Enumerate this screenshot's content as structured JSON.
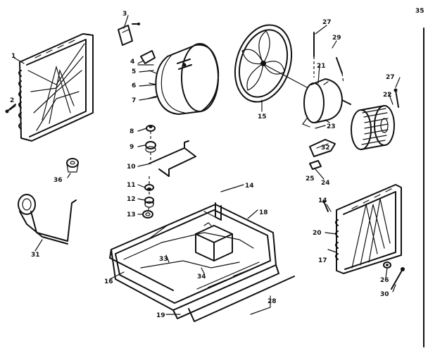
{
  "callouts": {
    "c1": "1",
    "c2": "2",
    "c3": "3",
    "c4": "4",
    "c5": "5",
    "c6": "6",
    "c7": "7",
    "c8": "8",
    "c9": "9",
    "c10": "10",
    "c11": "11",
    "c12": "12",
    "c13": "13",
    "c14a": "14",
    "c14b": "14",
    "c15": "15",
    "c16": "16",
    "c17": "17",
    "c18": "18",
    "c19": "19",
    "c20": "20",
    "c21": "21",
    "c22": "22",
    "c23": "23",
    "c24": "24",
    "c25": "25",
    "c26": "26",
    "c27a": "27",
    "c27b": "27",
    "c28": "28",
    "c29": "29",
    "c30": "30",
    "c31": "31",
    "c32": "32",
    "c33": "33",
    "c34": "34",
    "c35": "35",
    "c36": "36"
  }
}
